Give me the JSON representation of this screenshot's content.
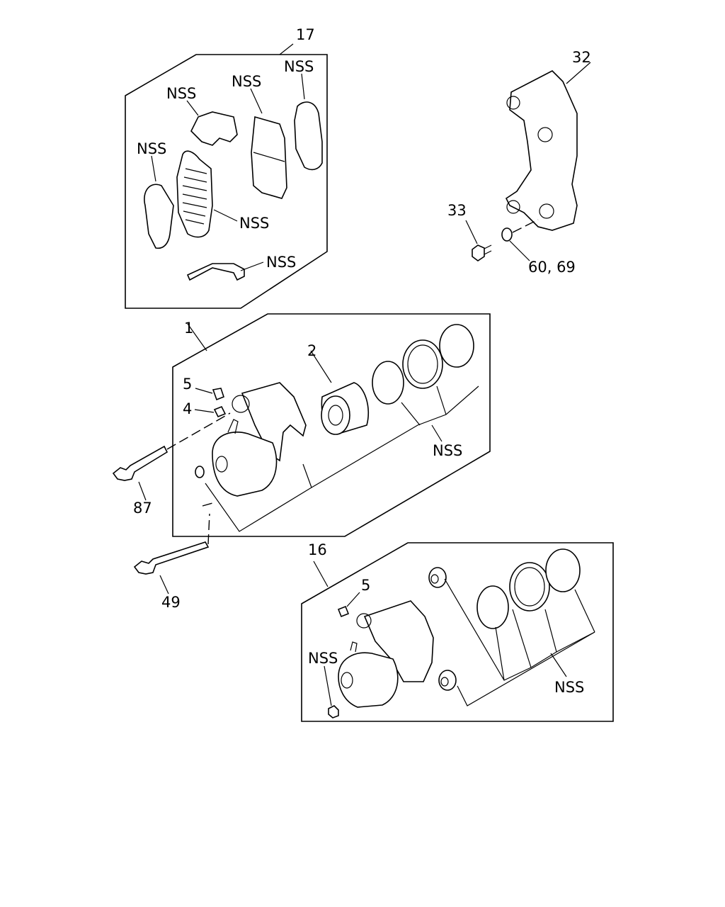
{
  "callouts": {
    "pad_kit": "17",
    "nss_pad_clip_top": "NSS",
    "nss_inner_pad": "NSS",
    "nss_outer_shim": "NSS",
    "nss_inner_shim": "NSS",
    "nss_outer_pad": "NSS",
    "nss_pad_clip_bottom": "NSS",
    "support": "32",
    "bolt_support": "33",
    "washer": "60, 69",
    "caliper_assy": "1",
    "piston": "2",
    "cap": "5",
    "bleeder": "4",
    "nss_seal_kit": "NSS",
    "guide_bolt_upper": "87",
    "guide_bolt_lower": "49",
    "caliper_assy_2": "16",
    "cap_2": "5",
    "nss_bleeder_2": "NSS",
    "nss_seal_kit_2": "NSS"
  }
}
